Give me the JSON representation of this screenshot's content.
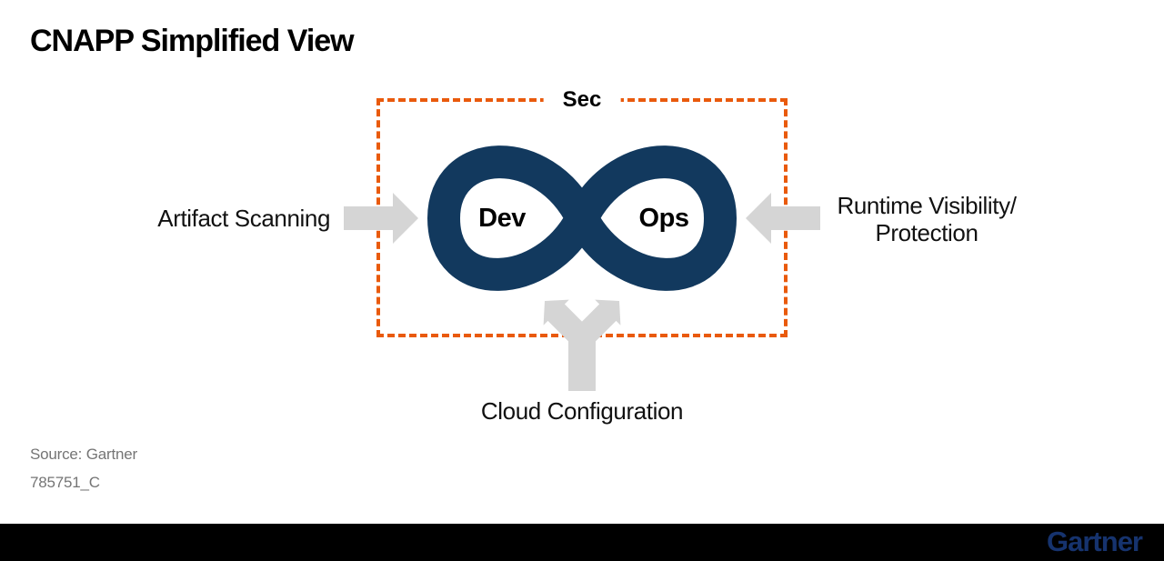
{
  "page": {
    "title": "CNAPP Simplified View"
  },
  "diagram": {
    "sec_label": "Sec",
    "loop": {
      "dev_label": "Dev",
      "ops_label": "Ops"
    },
    "annotations": {
      "left": "Artifact Scanning",
      "right_line1": "Runtime Visibility/",
      "right_line2": "Protection",
      "bottom": "Cloud Configuration"
    },
    "colors": {
      "loop_navy": "#12395E",
      "border_orange": "#E95A0C",
      "arrow_gray": "#D5D5D5"
    }
  },
  "footer_meta": {
    "source": "Source: Gartner",
    "document_id": "785751_C"
  },
  "brand_bar": {
    "logo_text": "Gartner",
    "logo_color": "#16336E",
    "background": "#000000"
  }
}
